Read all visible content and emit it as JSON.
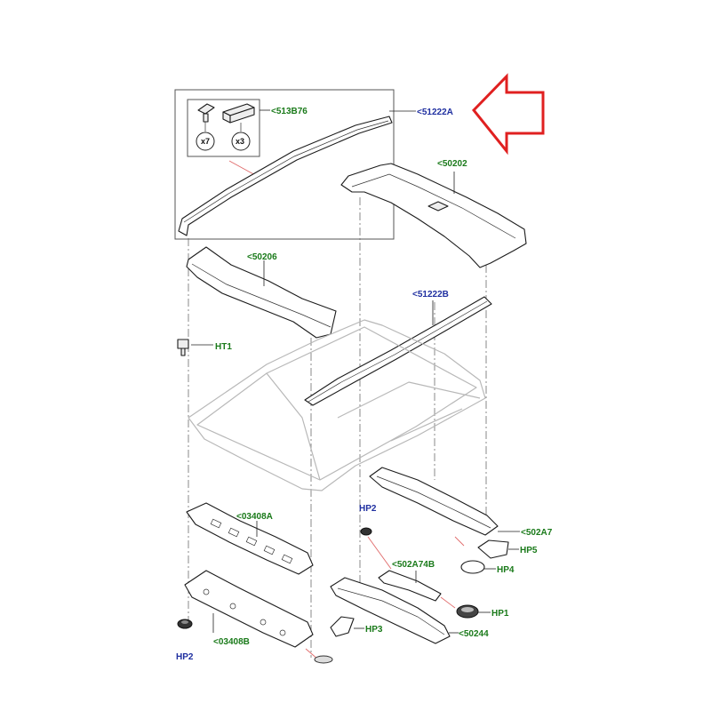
{
  "callouts": {
    "c513b76": "<513B76",
    "c51222a": "<51222A",
    "c50202": "<50202",
    "c50206": "<50206",
    "c51222b": "<51222B",
    "ht1": "HT1",
    "c03408a": "<03408A",
    "hp2_top": "HP2",
    "c502a7": "<502A7",
    "hp5": "HP5",
    "hp4": "HP4",
    "c502a74b": "<502A74B",
    "hp1": "HP1",
    "c50244": "<50244",
    "hp3": "HP3",
    "c03408b": "<03408B",
    "hp2_bottom": "HP2"
  },
  "kit": {
    "qty_clip": "x7",
    "qty_block": "x3"
  },
  "colors": {
    "green_label": "#1a7a1a",
    "blue_label": "#1f2fa0",
    "highlight_arrow": "#e02020",
    "red_leader": "#e06a6a"
  },
  "icons": [
    "red-outline-arrow-icon",
    "clip-icon",
    "block-icon"
  ]
}
